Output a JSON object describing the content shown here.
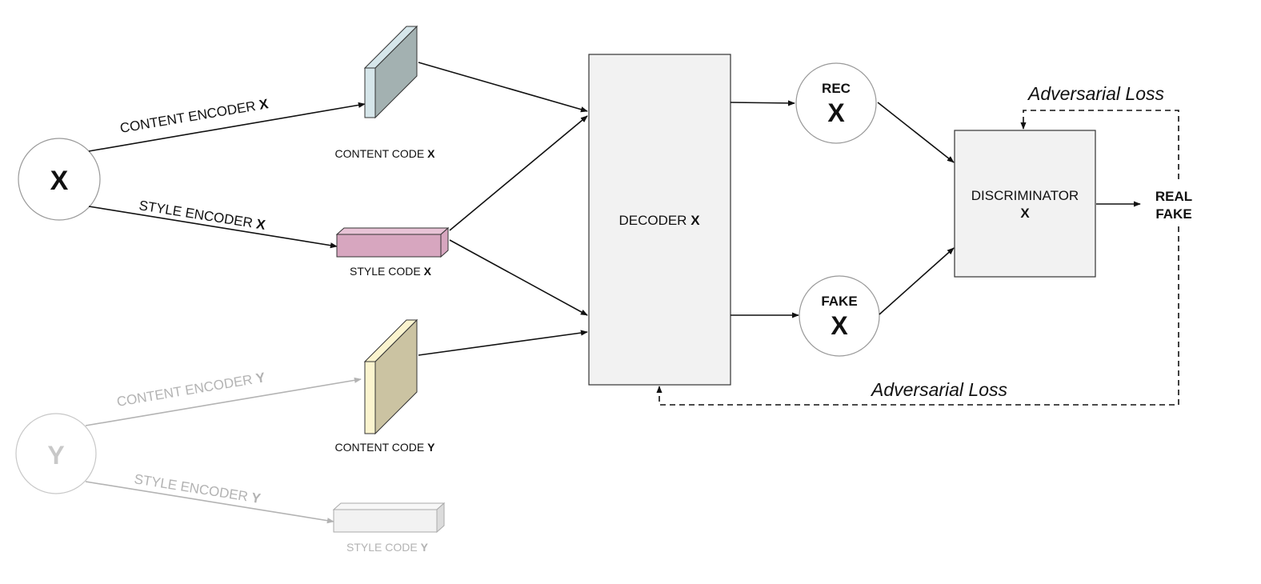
{
  "nodes": {
    "x_input": {
      "label": "X"
    },
    "y_input": {
      "label": "Y"
    },
    "rec": {
      "top": "REC",
      "bottom": "X"
    },
    "fake": {
      "top": "FAKE",
      "bottom": "X"
    }
  },
  "edges": {
    "content_encoder_x": {
      "text": "CONTENT ENCODER ",
      "bold": "X"
    },
    "style_encoder_x": {
      "text": "STYLE ENCODER ",
      "bold": "X"
    },
    "content_encoder_y": {
      "text": "CONTENT ENCODER ",
      "bold": "Y"
    },
    "style_encoder_y": {
      "text": "STYLE ENCODER ",
      "bold": "Y"
    }
  },
  "codes": {
    "content_code_x": {
      "text": "CONTENT CODE ",
      "bold": "X"
    },
    "style_code_x": {
      "text": "STYLE  CODE ",
      "bold": "X"
    },
    "content_code_y": {
      "text": "CONTENT CODE ",
      "bold": "Y"
    },
    "style_code_y": {
      "text": "STYLE  CODE ",
      "bold": "Y"
    }
  },
  "decoder": {
    "text": "DECODER ",
    "bold": "X"
  },
  "discriminator": {
    "line1": "DISCRIMINATOR",
    "line2": "X"
  },
  "output": {
    "real": "REAL",
    "fake": "FAKE"
  },
  "losses": {
    "top": "Adversarial Loss",
    "bottom": "Adversarial Loss"
  },
  "colors": {
    "content_code_x_front": "#d6e6ea",
    "content_code_x_side": "#a3b1b1",
    "style_code_x_front": "#d7a6bf",
    "style_code_x_top": "#e8c3d6",
    "content_code_y_front": "#fbf4cf",
    "content_code_y_side": "#cbc3a2",
    "style_code_y_front": "#f2f2f2",
    "box_fill": "#f2f2f2",
    "inactive_grey": "#b3b3b3"
  }
}
